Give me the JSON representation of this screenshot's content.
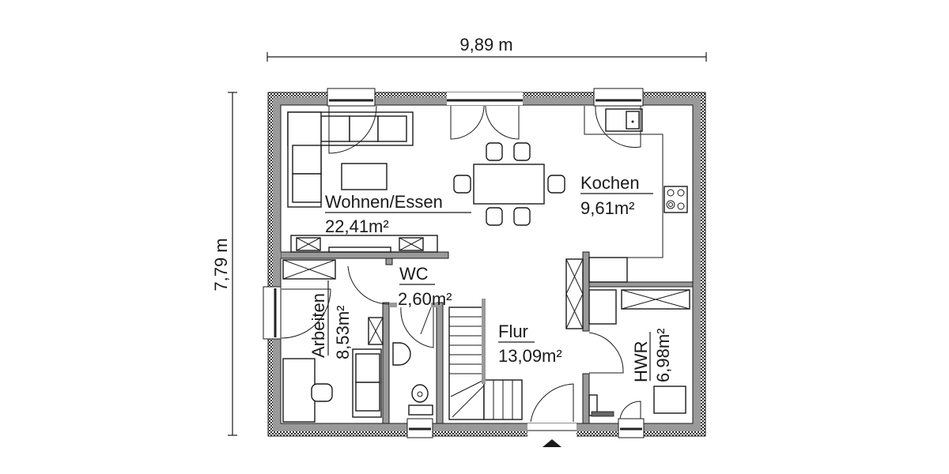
{
  "dimensions": {
    "width_label": "9,89 m",
    "height_label": "7,79 m"
  },
  "rooms": [
    {
      "id": "wohnen",
      "name": "Wohnen/Essen",
      "area": "22,41m²"
    },
    {
      "id": "kochen",
      "name": "Kochen",
      "area": "9,61m²"
    },
    {
      "id": "wc",
      "name": "WC",
      "area": "2,60m²"
    },
    {
      "id": "arbeiten",
      "name": "Arbeiten",
      "area": "8,53m²"
    },
    {
      "id": "flur",
      "name": "Flur",
      "area": "13,09m²"
    },
    {
      "id": "hwr",
      "name": "HWR",
      "area": "6,98m²"
    }
  ],
  "colors": {
    "line": "#1a1a1a",
    "wall_inner": "#999999",
    "wall_outer_hatch": "#444444",
    "background": "#ffffff"
  },
  "icons": {
    "entrance": "entrance-arrow-icon"
  }
}
